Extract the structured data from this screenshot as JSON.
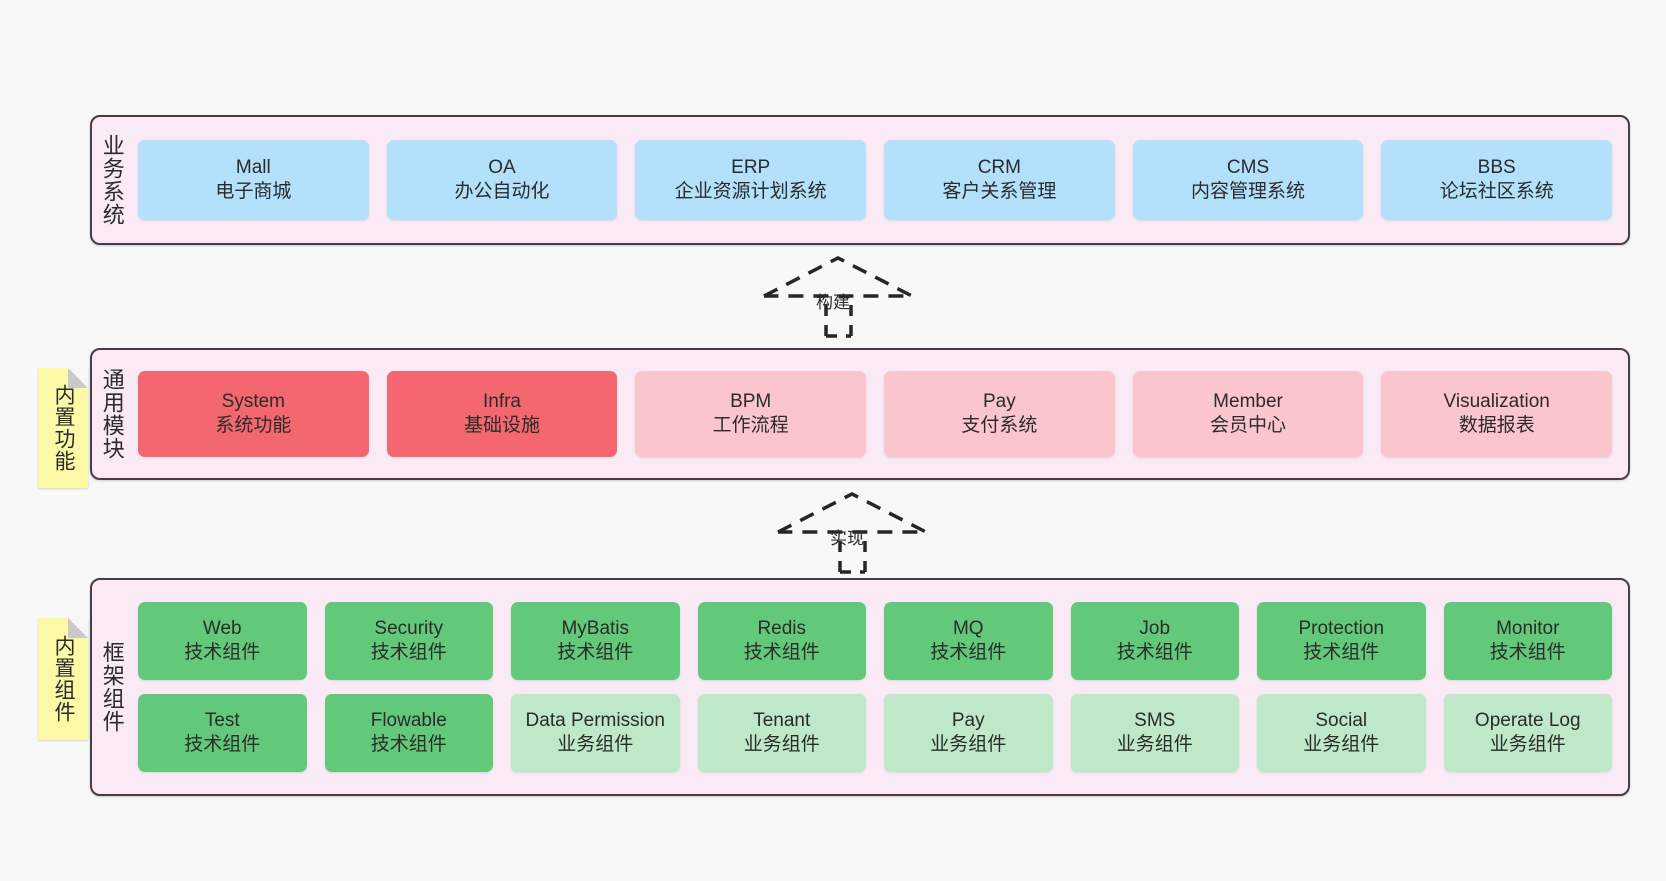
{
  "layers": [
    {
      "id": "business",
      "title": "业务系统",
      "rows": [
        [
          {
            "en": "Mall",
            "cn": "电子商城",
            "color": "c-blue"
          },
          {
            "en": "OA",
            "cn": "办公自动化",
            "color": "c-blue"
          },
          {
            "en": "ERP",
            "cn": "企业资源计划系统",
            "color": "c-blue"
          },
          {
            "en": "CRM",
            "cn": "客户关系管理",
            "color": "c-blue"
          },
          {
            "en": "CMS",
            "cn": "内容管理系统",
            "color": "c-blue"
          },
          {
            "en": "BBS",
            "cn": "论坛社区系统",
            "color": "c-blue"
          }
        ]
      ]
    },
    {
      "id": "modules",
      "title": "通用模块",
      "sticky": "内置功能",
      "rows": [
        [
          {
            "en": "System",
            "cn": "系统功能",
            "color": "c-red"
          },
          {
            "en": "Infra",
            "cn": "基础设施",
            "color": "c-red"
          },
          {
            "en": "BPM",
            "cn": "工作流程",
            "color": "c-pink"
          },
          {
            "en": "Pay",
            "cn": "支付系统",
            "color": "c-pink"
          },
          {
            "en": "Member",
            "cn": "会员中心",
            "color": "c-pink"
          },
          {
            "en": "Visualization",
            "cn": "数据报表",
            "color": "c-pink"
          }
        ]
      ]
    },
    {
      "id": "framework",
      "title": "框架组件",
      "sticky": "内置组件",
      "rows": [
        [
          {
            "en": "Web",
            "cn": "技术组件",
            "color": "c-green"
          },
          {
            "en": "Security",
            "cn": "技术组件",
            "color": "c-green"
          },
          {
            "en": "MyBatis",
            "cn": "技术组件",
            "color": "c-green"
          },
          {
            "en": "Redis",
            "cn": "技术组件",
            "color": "c-green"
          },
          {
            "en": "MQ",
            "cn": "技术组件",
            "color": "c-green"
          },
          {
            "en": "Job",
            "cn": "技术组件",
            "color": "c-green"
          },
          {
            "en": "Protection",
            "cn": "技术组件",
            "color": "c-green"
          },
          {
            "en": "Monitor",
            "cn": "技术组件",
            "color": "c-green"
          }
        ],
        [
          {
            "en": "Test",
            "cn": "技术组件",
            "color": "c-green"
          },
          {
            "en": "Flowable",
            "cn": "技术组件",
            "color": "c-green"
          },
          {
            "en": "Data Permission",
            "cn": "业务组件",
            "color": "c-lightgreen"
          },
          {
            "en": "Tenant",
            "cn": "业务组件",
            "color": "c-lightgreen"
          },
          {
            "en": "Pay",
            "cn": "业务组件",
            "color": "c-lightgreen"
          },
          {
            "en": "SMS",
            "cn": "业务组件",
            "color": "c-lightgreen"
          },
          {
            "en": "Social",
            "cn": "业务组件",
            "color": "c-lightgreen"
          },
          {
            "en": "Operate Log",
            "cn": "业务组件",
            "color": "c-lightgreen"
          }
        ]
      ]
    }
  ],
  "connectors": [
    {
      "id": "build",
      "label": "构建"
    },
    {
      "id": "implement",
      "label": "实现"
    }
  ],
  "colors": {
    "canvas": "#f8f8f8",
    "layer_fill": "#f9eaf5",
    "layer_border": "#4a3b45",
    "sticky_fill": "#fbf8a6",
    "blue": "#b3e0fb",
    "red": "#f4676e",
    "pink": "#fbc5ce",
    "green": "#62c97a",
    "light_green": "#bfe8c8",
    "arrow": "#262626"
  }
}
